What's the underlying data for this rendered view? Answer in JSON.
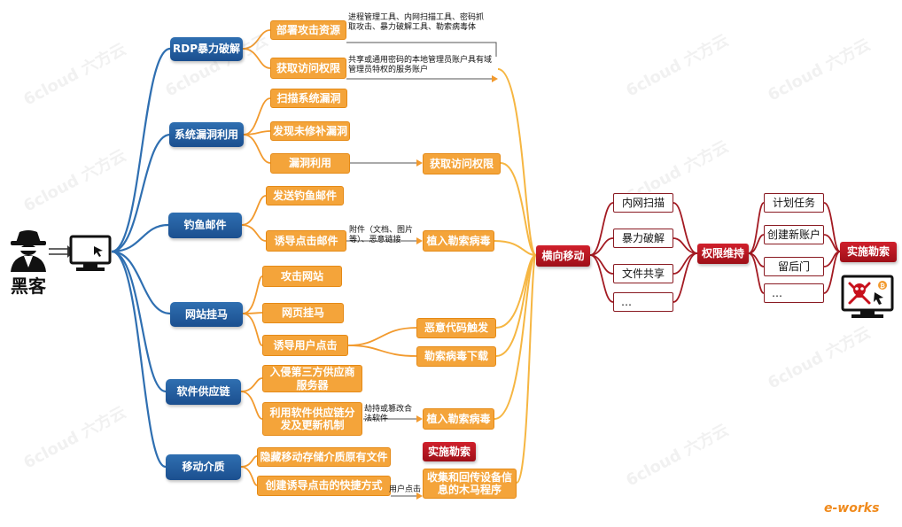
{
  "colors": {
    "blue": "#1b4f8f",
    "orange": "#f4a43a",
    "red": "#b3141f",
    "wire_blue": "#2f6fb1",
    "wire_orange": "#f29a2e",
    "wire_red": "#a31a22",
    "wire_yellow": "#f6c842"
  },
  "hacker": {
    "label": "黑客",
    "icon": "hacker-icon"
  },
  "computer": {
    "icon": "computer-icon"
  },
  "methods": {
    "rdp": "RDP暴力破解",
    "vuln": "系统漏洞利用",
    "phish": "钓鱼邮件",
    "web": "网站挂马",
    "supply": "软件供应链",
    "media": "移动介质"
  },
  "steps": {
    "deploy": "部署攻击资源",
    "access1": "获取访问权限",
    "scan": "扫描系统漏洞",
    "find": "发现未修补漏洞",
    "exploit": "漏洞利用",
    "access2": "获取访问权限",
    "sendmail": "发送钓鱼邮件",
    "lureclick": "诱导点击邮件",
    "implant1": "植入勒索病毒",
    "attackweb": "攻击网站",
    "hang": "网页挂马",
    "lureuser": "诱导用户点击",
    "trigger": "恶意代码触发",
    "download": "勒索病毒下载",
    "invade": "入侵第三方供应商服务器",
    "useupdate": "利用软件供应链分发及更新机制",
    "implant2": "植入勒索病毒",
    "hide": "隐藏移动存储介质原有文件",
    "create": "创建诱导点击的快捷方式",
    "ransom_small": "实施勒索",
    "collect": "收集和回传设备信息的木马程序"
  },
  "notes": {
    "tools": "进程管理工具、内网扫描工具、密码抓取攻击、暴力破解工具、勒索病毒体",
    "accounts": "共享或通用密码的本地管理员账户具有域管理员特权的服务账户",
    "attach": "附件（文档、图片等）、恶意链接",
    "hijack": "劫持或篡改合法软件",
    "userclick": "用户点击"
  },
  "lateral": {
    "label": "横向移动",
    "items": [
      "内网扫描",
      "暴力破解",
      "文件共享",
      "…"
    ]
  },
  "persist": {
    "label": "权限维持",
    "items": [
      "计划任务",
      "创建新账户",
      "留后门",
      "…"
    ]
  },
  "ransom": {
    "label": "实施勒索",
    "icon": "ransom-skull-icon"
  },
  "watermark": "6cloud 六方云",
  "brand": "e-works"
}
